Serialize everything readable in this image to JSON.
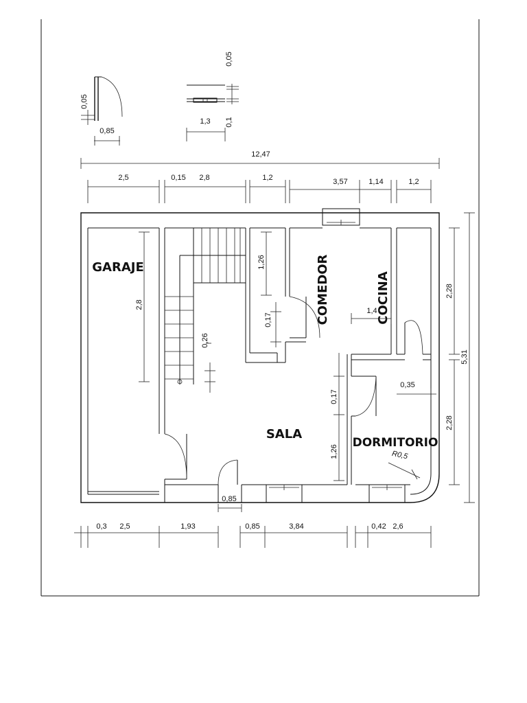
{
  "rooms": {
    "garaje": "GARAJE",
    "comedor": "COMEDOR",
    "cocina": "COCINA",
    "sala": "SALA",
    "dormitorio": "DORMITORIO"
  },
  "legend": {
    "door_wall": "0,05",
    "door_width": "0,85",
    "window_wall": "0,05",
    "window_width": "1,3",
    "window_depth": "0,1"
  },
  "top_dims": {
    "total": "12,47",
    "d1": "2,5",
    "d2": "0,15",
    "d3": "2,8",
    "d4": "1,2",
    "d5": "3,57",
    "d6": "1,14",
    "d7": "1,2"
  },
  "bottom_dims": {
    "d1": "0,3",
    "d2": "2,5",
    "d3": "1,93",
    "d4": "0,85",
    "d5": "3,84",
    "d6": "0,42",
    "d7": "2,6"
  },
  "right_dims": {
    "total": "5,31",
    "upper": "2,28",
    "lower": "2,28"
  },
  "interior_dims": {
    "garaje_height": "2,8",
    "stair_gap": "0,26",
    "comedor_wall_a": "1,26",
    "comedor_wall_b": "0,17",
    "cocina_width": "1,4",
    "sala_wall_a": "0,17",
    "sala_wall_b": "1,26",
    "dormitorio_gap": "0,35",
    "radius": "R0,5",
    "front_door": "0,85"
  }
}
